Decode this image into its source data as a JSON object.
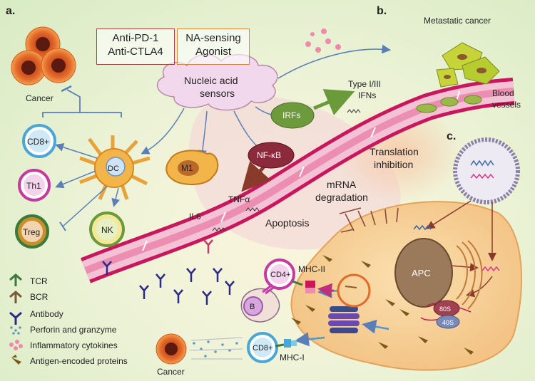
{
  "panels": {
    "a": "a.",
    "b": "b.",
    "c": "c."
  },
  "drugs": {
    "antibody_line1": "Anti-PD-1",
    "antibody_line2": "Anti-CTLA4",
    "agonist_line1": "NA-sensing",
    "agonist_line2": "Agonist"
  },
  "sensors": {
    "line1": "Nucleic acid",
    "line2": "sensors"
  },
  "cells": {
    "cancer": "Cancer",
    "cd8": "CD8+",
    "th1": "Th1",
    "treg": "Treg",
    "dc": "DC",
    "nk": "NK",
    "m1": "M1",
    "cd4": "CD4+",
    "b": "B",
    "apc": "APC",
    "cancer_bottom": "Cancer",
    "cd8_bottom": "CD8+"
  },
  "signaling": {
    "irfs": "IRFs",
    "nfkb": "NF-κB",
    "tnfa": "TNFα",
    "il6": "IL6",
    "type_ifn_line1": "Type I/III",
    "type_ifn_line2": "IFNs",
    "translation_line1": "Translation",
    "translation_line2": "inhibition",
    "mrna_line1": "mRNA",
    "mrna_line2": "degradation",
    "apoptosis": "Apoptosis"
  },
  "metastasis": {
    "title": "Metastatic cancer",
    "vessel_line1": "Blood",
    "vessel_line2": "vessels"
  },
  "mhc": {
    "mhc2": "MHC-II",
    "mhc1": "MHC-I"
  },
  "ribosome": {
    "large": "80S",
    "small": "40S"
  },
  "legend": [
    {
      "label": "TCR",
      "icon": "tcr-icon"
    },
    {
      "label": "BCR",
      "icon": "bcr-icon"
    },
    {
      "label": "Antibody",
      "icon": "antibody-icon"
    },
    {
      "label": "Perforin and granzyme",
      "icon": "perforin-icon"
    },
    {
      "label": "Inflammatory cytokines",
      "icon": "cytokine-icon"
    },
    {
      "label": "Antigen-encoded proteins",
      "icon": "antigen-protein-icon"
    }
  ],
  "colors": {
    "vessel": "#c8175d",
    "apc_cell": "#f7cf98",
    "arrow_blue": "#5a7fb8",
    "inhibit": "#8a4a3a",
    "green_arrow": "#6a9a3a"
  }
}
